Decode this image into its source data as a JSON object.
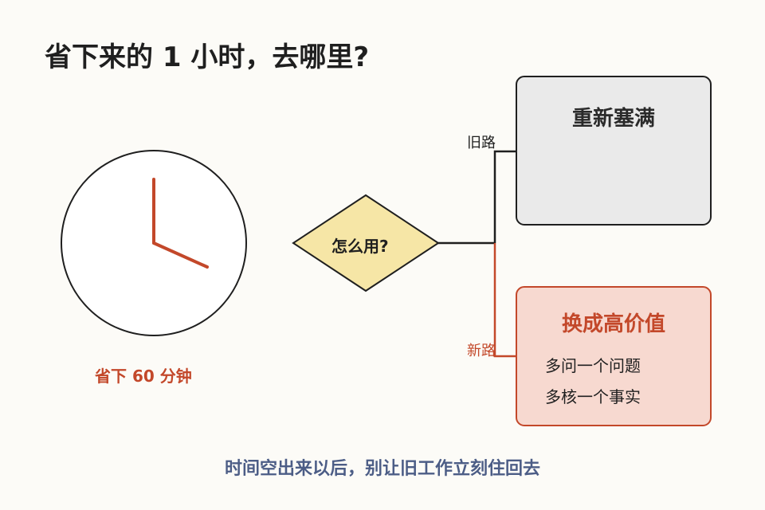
{
  "title": "省下来的 1 小时，去哪里?",
  "clock": {
    "caption": "省下 60 分钟"
  },
  "decision": {
    "label": "怎么用?"
  },
  "paths": {
    "old_label": "旧路",
    "new_label": "新路"
  },
  "old_outcome": {
    "title": "重新塞满"
  },
  "new_outcome": {
    "title": "换成高价值",
    "items": [
      "多问一个问题",
      "多核一个事实"
    ]
  },
  "footer": "时间空出来以后，别让旧工作立刻住回去",
  "colors": {
    "accent_red": "#c3482a",
    "diamond_fill": "#f6e6a6",
    "gray_box_fill": "#eaeaea",
    "red_box_fill": "#f7d9d0",
    "footer_text": "#4c5d86"
  }
}
